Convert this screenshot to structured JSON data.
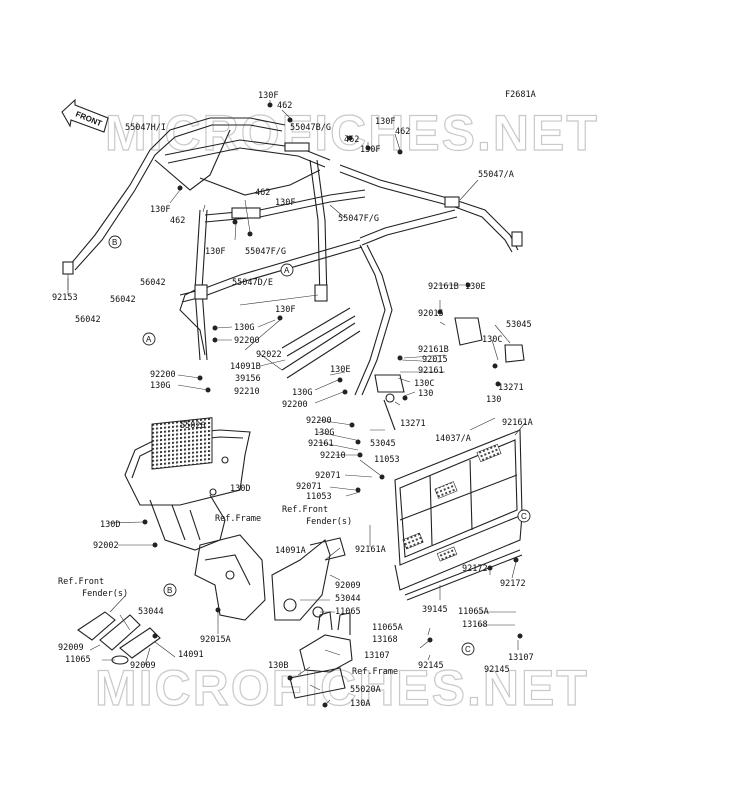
{
  "figure_code": "F2681A",
  "watermark": "MICROFICHES.NET",
  "front_arrow_label": "FRONT",
  "refs": {
    "frame": "Ref.Frame",
    "front_fender_a": "Ref.Front",
    "front_fender_b": "Fender(s)"
  },
  "circle_letters": [
    "A",
    "B",
    "C"
  ],
  "parts": {
    "p130f_a": "130F",
    "p462_a": "462",
    "p55047hi": "55047H/I",
    "p55047bg": "55047B/G",
    "p130f_b": "130F",
    "p462_b": "462",
    "p462_c": "462",
    "p130f_c": "130F",
    "p130f_d": "130F",
    "p462_d": "462",
    "p462_e": "462",
    "p130f_e": "130F",
    "p55047a": "55047/A",
    "p55047fg_a": "55047F/G",
    "p130f_f": "130F",
    "p55047fg_b": "55047F/G",
    "p92153": "92153",
    "p55047de": "55047D/E",
    "p56042_a": "56042",
    "p56042_b": "56042",
    "p56042_c": "56042",
    "p130f_g": "130F",
    "p130g_a": "130G",
    "p92200_a": "92200",
    "p92022": "92022",
    "p14091b": "14091B",
    "p39156": "39156",
    "p92200_b": "92200",
    "p130g_b": "130G",
    "p92210_a": "92210",
    "p92161b_a": "92161B",
    "p130e_a": "130E",
    "p92015_a": "92015",
    "p92161b_b": "92161B",
    "p92015_b": "92015",
    "p92161_a": "92161",
    "p53045_a": "53045",
    "p130c_a": "130C",
    "p13271_a": "13271",
    "p130_a": "130",
    "p130e_b": "130E",
    "p130g_c": "130G",
    "p92200_c": "92200",
    "p130c_b": "130C",
    "p130_b": "130",
    "p13271_b": "13271",
    "p92200_d": "92200",
    "p130g_d": "130G",
    "p92161_b": "92161",
    "p53045_b": "53045",
    "p92210_b": "92210",
    "p55020": "55020",
    "p14037a": "14037/A",
    "p92161a_a": "92161A",
    "p11053_a": "11053",
    "p92071_a": "92071",
    "p92071_b": "92071",
    "p11053_b": "11053",
    "p130d_a": "130D",
    "p130d_b": "130D",
    "p92002": "92002",
    "p14091a": "14091A",
    "p92161a_b": "92161A",
    "p92009_a": "92009",
    "p53044_a": "53044",
    "p11065_a": "11065",
    "p92172_a": "92172",
    "p92172_b": "92172",
    "p39145": "39145",
    "p11065a_a": "11065A",
    "p13168_a": "13168",
    "p11065a_b": "11065A",
    "p13168_b": "13168",
    "p13107_a": "13107",
    "p13107_b": "13107",
    "p92145_a": "92145",
    "p92145_b": "92145",
    "p53044_b": "53044",
    "p92015a": "92015A",
    "p92009_b": "92009",
    "p11065_b": "11065",
    "p92009_c": "92009",
    "p14091": "14091",
    "p130b": "130B",
    "p55020a": "55020A",
    "p130a": "130A"
  }
}
